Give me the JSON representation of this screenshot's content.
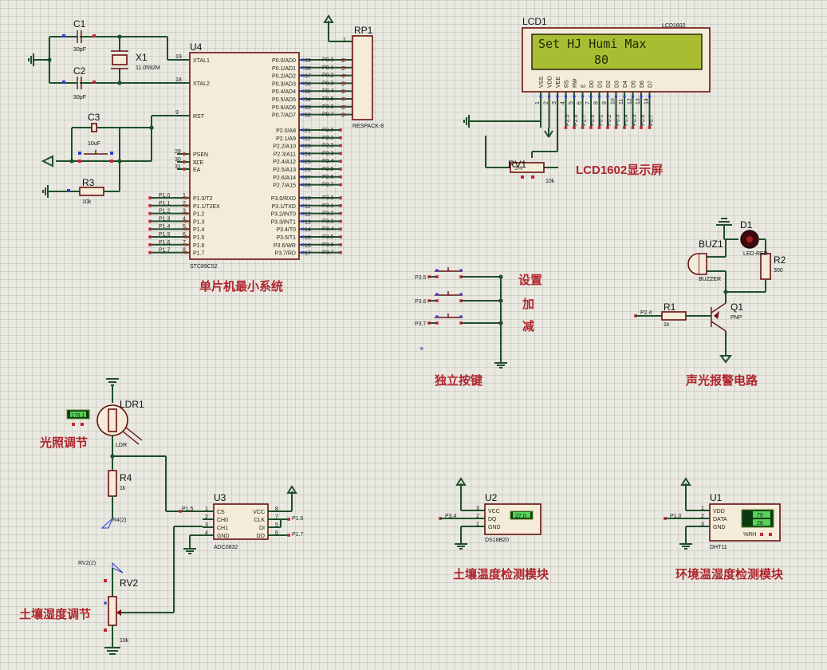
{
  "titles": {
    "mcu": "单片机最小系统",
    "lcd": "LCD1602显示屏",
    "keys": "独立按键",
    "alarm": "声光报警电路",
    "light": "光照调节",
    "soil_hum": "土壤湿度调节",
    "soil_temp": "土壤温度检测模块",
    "env": "环境温湿度检测模块"
  },
  "key_labels": {
    "set": "设置",
    "add": "加",
    "sub": "减"
  },
  "components": {
    "c1": {
      "ref": "C1",
      "value": "30pF"
    },
    "c2": {
      "ref": "C2",
      "value": "30pF"
    },
    "c3": {
      "ref": "C3",
      "value": "10uF"
    },
    "x1": {
      "ref": "X1",
      "value": "11.0592M"
    },
    "r3": {
      "ref": "R3",
      "value": "10k"
    },
    "u4": {
      "ref": "U4",
      "part": "STC89C52"
    },
    "rp1": {
      "ref": "RP1",
      "part": "RESPACK-8",
      "pin1": "1"
    },
    "lcd1": {
      "ref": "LCD1",
      "part": "LCD1602",
      "line1": "Set HJ Humi Max",
      "line2": "80"
    },
    "rv1": {
      "ref": "RV1",
      "value": "10k",
      "pct": "5%"
    },
    "buz1": {
      "ref": "BUZ1",
      "part": "BUZZER"
    },
    "d1": {
      "ref": "D1",
      "part": "LED-RED"
    },
    "r2": {
      "ref": "R2",
      "value": "300"
    },
    "r1": {
      "ref": "R1",
      "value": "1k",
      "net": "P2.4"
    },
    "q1": {
      "ref": "Q1",
      "part": "PNP"
    },
    "ldr1": {
      "ref": "LDR1",
      "part": "LDR",
      "reading": "178.1"
    },
    "r4": {
      "ref": "R4",
      "value": "1k",
      "probe": "R4(2)"
    },
    "rv2": {
      "ref": "RV2",
      "value": "10k",
      "probe": "RV2(2)"
    },
    "u3": {
      "ref": "U3",
      "part": "ADC0832"
    },
    "u2": {
      "ref": "U2",
      "part": "DS18B20",
      "reading": "27.0",
      "net": "P3.4"
    },
    "u1": {
      "ref": "U1",
      "part": "DHT11",
      "temp": "79",
      "hum": "28",
      "rh_label": "%RH",
      "net": "P1.0"
    }
  },
  "u4_pins": {
    "left_top": [
      {
        "num": "19",
        "name": "XTAL1"
      },
      {
        "num": "18",
        "name": "XTAL2"
      },
      {
        "num": "9",
        "name": "RST"
      }
    ],
    "left_ctrl": [
      {
        "num": "29",
        "name": "PSEN"
      },
      {
        "num": "30",
        "name": "ALE"
      },
      {
        "num": "31",
        "name": "EA"
      }
    ],
    "p1": [
      {
        "num": "1",
        "name": "P1.0/T2",
        "net": "P1.0"
      },
      {
        "num": "2",
        "name": "P1.1/T2EX",
        "net": "P1.1"
      },
      {
        "num": "3",
        "name": "P1.2",
        "net": "P1.2"
      },
      {
        "num": "4",
        "name": "P1.3",
        "net": "P1.3"
      },
      {
        "num": "5",
        "name": "P1.4",
        "net": "P1.4"
      },
      {
        "num": "6",
        "name": "P1.5",
        "net": "P1.5"
      },
      {
        "num": "7",
        "name": "P1.6",
        "net": "P1.6"
      },
      {
        "num": "8",
        "name": "P1.7",
        "net": "P1.7"
      }
    ],
    "p0": [
      {
        "num": "39",
        "name": "P0.0/AD0",
        "net": "P0.0",
        "rp": "2"
      },
      {
        "num": "38",
        "name": "P0.1/AD1",
        "net": "P0.1",
        "rp": "3"
      },
      {
        "num": "37",
        "name": "P0.2/AD2",
        "net": "P0.2",
        "rp": "4"
      },
      {
        "num": "36",
        "name": "P0.3/AD3",
        "net": "P0.3",
        "rp": "5"
      },
      {
        "num": "35",
        "name": "P0.4/AD4",
        "net": "P0.4",
        "rp": "6"
      },
      {
        "num": "34",
        "name": "P0.5/AD5",
        "net": "P0.5",
        "rp": "7"
      },
      {
        "num": "33",
        "name": "P0.6/AD6",
        "net": "P0.6",
        "rp": "8"
      },
      {
        "num": "32",
        "name": "P0.7/AD7",
        "net": "P0.7",
        "rp": "9"
      }
    ],
    "p2": [
      {
        "num": "21",
        "name": "P2.0/A8",
        "net": "P2.0"
      },
      {
        "num": "22",
        "name": "P2.1/A9",
        "net": "P2.1"
      },
      {
        "num": "23",
        "name": "P2.2/A10",
        "net": "P2.2"
      },
      {
        "num": "24",
        "name": "P2.3/A11",
        "net": "P2.3"
      },
      {
        "num": "25",
        "name": "P2.4/A12",
        "net": "P2.4"
      },
      {
        "num": "26",
        "name": "P2.5/A13",
        "net": "P2.5"
      },
      {
        "num": "27",
        "name": "P2.6/A14",
        "net": "P2.6"
      },
      {
        "num": "28",
        "name": "P2.7/A15",
        "net": "P2.7"
      }
    ],
    "p3": [
      {
        "num": "10",
        "name": "P3.0/RXD",
        "net": "P3.0"
      },
      {
        "num": "11",
        "name": "P3.1/TXD",
        "net": "P3.1"
      },
      {
        "num": "12",
        "name": "P3.2/INT0",
        "net": "P3.2"
      },
      {
        "num": "13",
        "name": "P3.3/INT1",
        "net": "P3.3"
      },
      {
        "num": "14",
        "name": "P3.4/T0",
        "net": "P3.4"
      },
      {
        "num": "15",
        "name": "P3.5/T1",
        "net": "P3.5"
      },
      {
        "num": "16",
        "name": "P3.6/WR",
        "net": "P3.6"
      },
      {
        "num": "17",
        "name": "P3.7/RD",
        "net": "P3.7"
      }
    ]
  },
  "lcd_pins": [
    {
      "name": "VSS",
      "num": "1",
      "net": ""
    },
    {
      "name": "VDD",
      "num": "2",
      "net": ""
    },
    {
      "name": "VEE",
      "num": "3",
      "net": ""
    },
    {
      "name": "RS",
      "num": "4",
      "net": "P2.5"
    },
    {
      "name": "RW",
      "num": "5",
      "net": "P2.6"
    },
    {
      "name": "E",
      "num": "6",
      "net": "P2.7"
    },
    {
      "name": "D0",
      "num": "7",
      "net": "P0.0"
    },
    {
      "name": "D1",
      "num": "8",
      "net": "P0.1"
    },
    {
      "name": "D2",
      "num": "9",
      "net": "P0.2"
    },
    {
      "name": "D3",
      "num": "10",
      "net": "P0.3"
    },
    {
      "name": "D4",
      "num": "11",
      "net": "P0.4"
    },
    {
      "name": "D5",
      "num": "12",
      "net": "P0.5"
    },
    {
      "name": "D6",
      "num": "13",
      "net": "P0.6"
    },
    {
      "name": "D7",
      "num": "14",
      "net": "P0.7"
    }
  ],
  "key_nets": [
    "P3.5",
    "P3.6",
    "P3.7"
  ],
  "adc_pins": {
    "left": [
      {
        "num": "1",
        "name": "CS",
        "net": "P1.5"
      },
      {
        "num": "2",
        "name": "CH0",
        "net": ""
      },
      {
        "num": "3",
        "name": "CH1",
        "net": ""
      },
      {
        "num": "4",
        "name": "GND",
        "net": ""
      }
    ],
    "right": [
      {
        "num": "8",
        "name": "VCC",
        "net": ""
      },
      {
        "num": "7",
        "name": "CLK",
        "net": "P1.6"
      },
      {
        "num": "5",
        "name": "DI",
        "net": ""
      },
      {
        "num": "6",
        "name": "DO",
        "net": "P1.7"
      }
    ]
  },
  "sensor_pins": {
    "u2": [
      {
        "num": "3",
        "name": "VCC"
      },
      {
        "num": "2",
        "name": "DQ"
      },
      {
        "num": "1",
        "name": "GND"
      }
    ],
    "u1": [
      {
        "num": "1",
        "name": "VDD"
      },
      {
        "num": "2",
        "name": "DATA"
      },
      {
        "num": "3",
        "name": "GND"
      }
    ]
  }
}
